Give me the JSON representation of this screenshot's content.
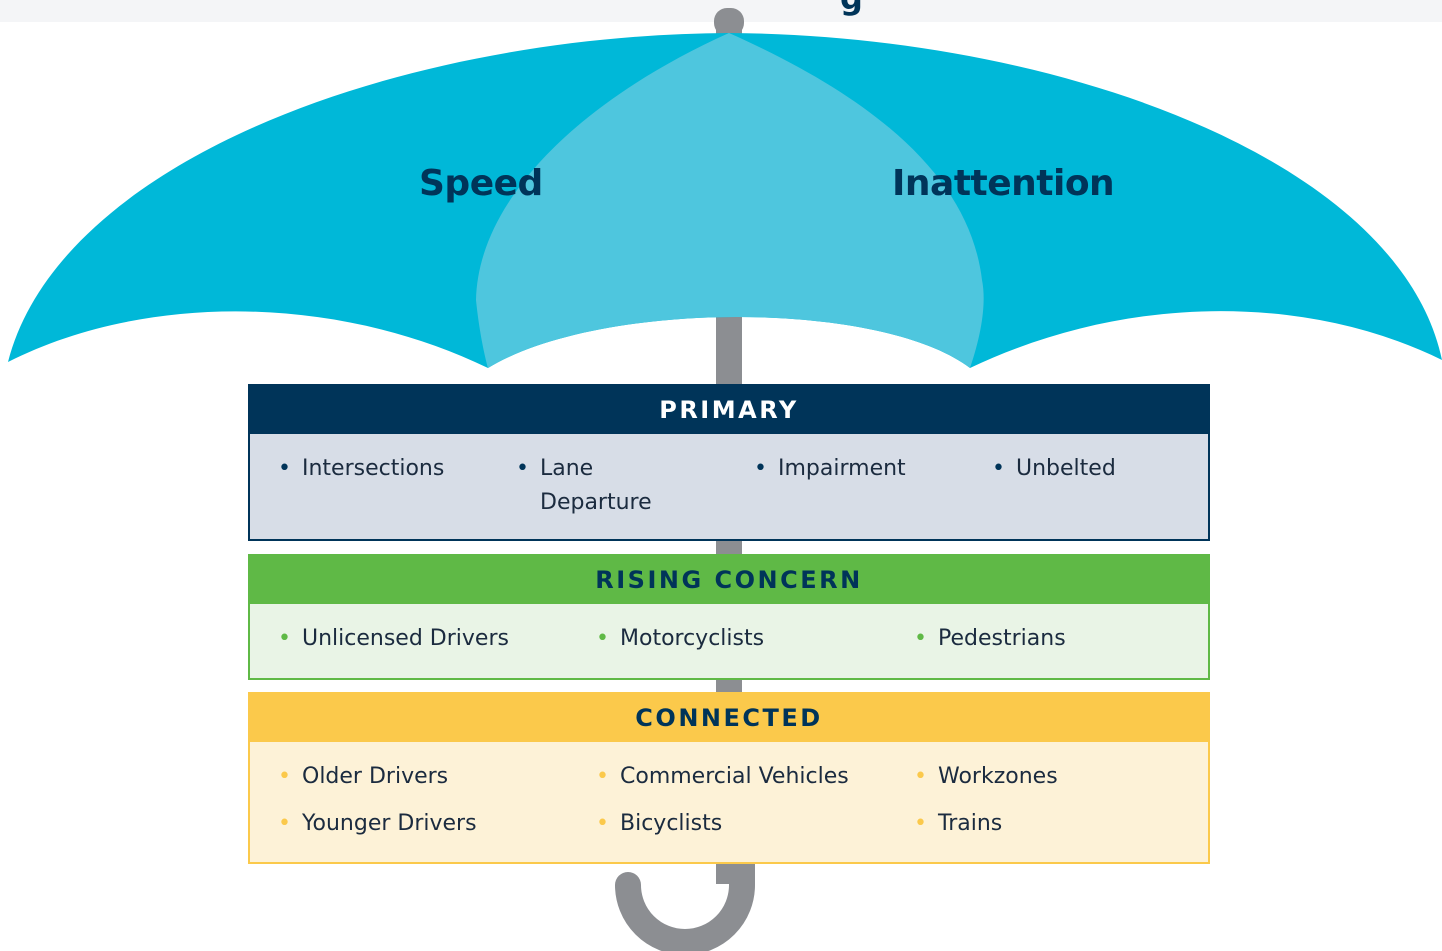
{
  "canopy": {
    "left_label": "Speed",
    "right_label": "Inattention",
    "top_text": "g"
  },
  "colors": {
    "canopy_outer": "#00b8d8",
    "canopy_inner": "#4ec6de",
    "pole": "#8c8e92",
    "primary": "#003459",
    "rising": "#5fb946",
    "connected": "#fbc94b"
  },
  "sections": {
    "primary": {
      "title": "PRIMARY",
      "items": [
        "Intersections",
        "Lane Departure",
        "Impairment",
        "Unbelted"
      ]
    },
    "rising": {
      "title": "RISING CONCERN",
      "items": [
        "Unlicensed Drivers",
        "Motorcyclists",
        "Pedestrians"
      ]
    },
    "connected": {
      "title": "CONNECTED",
      "items": [
        "Older Drivers",
        "Commercial Vehicles",
        "Workzones",
        "Younger Drivers",
        "Bicyclists",
        "Trains"
      ]
    }
  }
}
